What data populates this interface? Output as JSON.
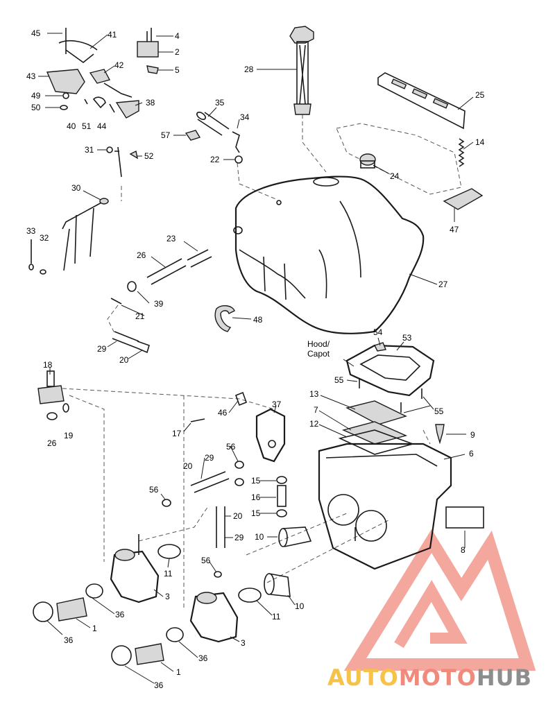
{
  "labels": {
    "p45": "45",
    "p41": "41",
    "p4": "4",
    "p2": "2",
    "p5": "5",
    "p43": "43",
    "p42": "42",
    "p49": "49",
    "p50": "50",
    "p40": "40",
    "p51": "51",
    "p44": "44",
    "p38": "38",
    "p28": "28",
    "p25": "25",
    "p35": "35",
    "p34": "34",
    "p57": "57",
    "p22": "22",
    "p14": "14",
    "p31": "31",
    "p52": "52",
    "p24": "24",
    "p30": "30",
    "p47": "47",
    "p33": "33",
    "p32": "32",
    "p23": "23",
    "p26a": "26",
    "p27": "27",
    "p39": "39",
    "p21": "21",
    "p48": "48",
    "p29a": "29",
    "p20a": "20",
    "p54": "54",
    "p53": "53",
    "p55a": "55",
    "p55b": "55",
    "p18": "18",
    "p13": "13",
    "p7": "7",
    "p12": "12",
    "p9": "9",
    "p6": "6",
    "p46": "46",
    "p37": "37",
    "p26b": "26",
    "p19": "19",
    "p17": "17",
    "p56a": "56",
    "p20b": "20",
    "p29b": "29",
    "p15a": "15",
    "p16": "16",
    "p15b": "15",
    "p56b": "56",
    "p20c": "20",
    "p29c": "29",
    "p10a": "10",
    "p8": "8",
    "p11a": "11",
    "p3a": "3",
    "p56c": "56",
    "p36a": "36",
    "p1a": "1",
    "p36b": "36",
    "p11b": "11",
    "p10b": "10",
    "p3b": "3",
    "p36c": "36",
    "p1b": "1",
    "p36d": "36"
  },
  "hood_label": {
    "line1": "Hood/",
    "line2": "Capot"
  },
  "watermark": {
    "part1": "AUTO",
    "part2": "MOTO",
    "part3": "HUB"
  },
  "colors": {
    "line": "#1a1a1a",
    "watermark_red": "#f08a7d",
    "watermark_yellow": "#f6c24a",
    "watermark_grey": "#8d8d8d"
  }
}
